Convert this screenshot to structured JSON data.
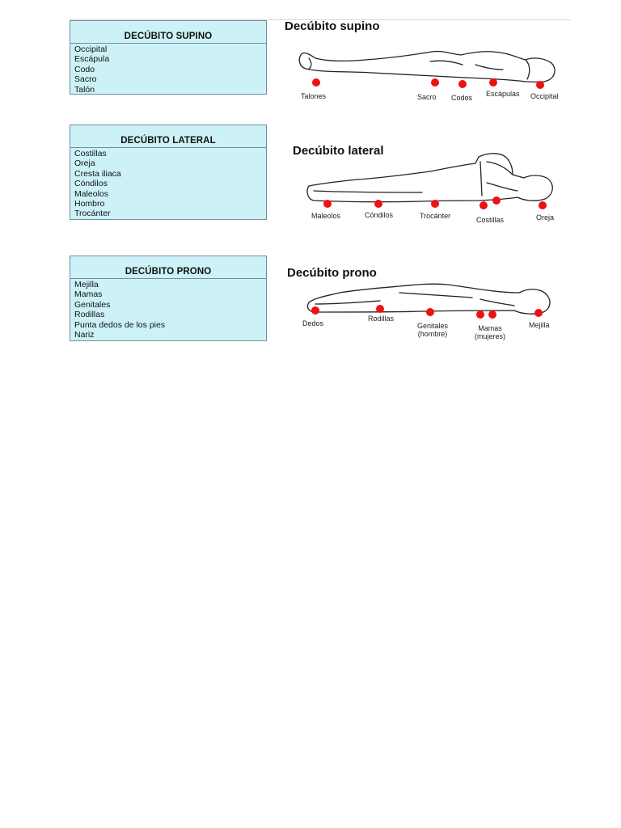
{
  "sections": [
    {
      "table_title": "DECÚBITO SUPINO",
      "table_rows": [
        "Occipital",
        "Escápula",
        "Codo",
        "Sacro",
        "Talón"
      ],
      "figure_title": "Decúbito supino",
      "point_labels": [
        {
          "text": "Talones"
        },
        {
          "text": "Sacro"
        },
        {
          "text": "Codos"
        },
        {
          "text": "Escápulas"
        },
        {
          "text": "Occipital"
        }
      ]
    },
    {
      "table_title": "DECÚBITO LATERAL",
      "table_rows": [
        "Costillas",
        "Oreja",
        "Cresta iliaca",
        "Cóndilos",
        "Maleolos",
        "Hombro",
        "Trocánter"
      ],
      "figure_title": "Decúbito lateral",
      "point_labels": [
        {
          "text": "Maleolos"
        },
        {
          "text": "Cóndilos"
        },
        {
          "text": "Trocánter"
        },
        {
          "text": "Costillas"
        },
        {
          "text": "Oreja"
        }
      ]
    },
    {
      "table_title": "DECÚBITO PRONO",
      "table_rows": [
        "Mejilla",
        "Mamas",
        "Genitales",
        "Rodillas",
        "Punta dedos de los pies",
        "Nariz"
      ],
      "figure_title": "Decúbito prono",
      "point_labels": [
        {
          "text": "Dedos"
        },
        {
          "text": "Rodillas"
        },
        {
          "text": "Genitales",
          "text2": "(hombre)"
        },
        {
          "text": "Mamas",
          "text2": "(mujeres)"
        },
        {
          "text": "Mejilla"
        }
      ]
    }
  ],
  "colors": {
    "table_fill": "#ccf2f8",
    "pressure_point": "#ee1111"
  }
}
